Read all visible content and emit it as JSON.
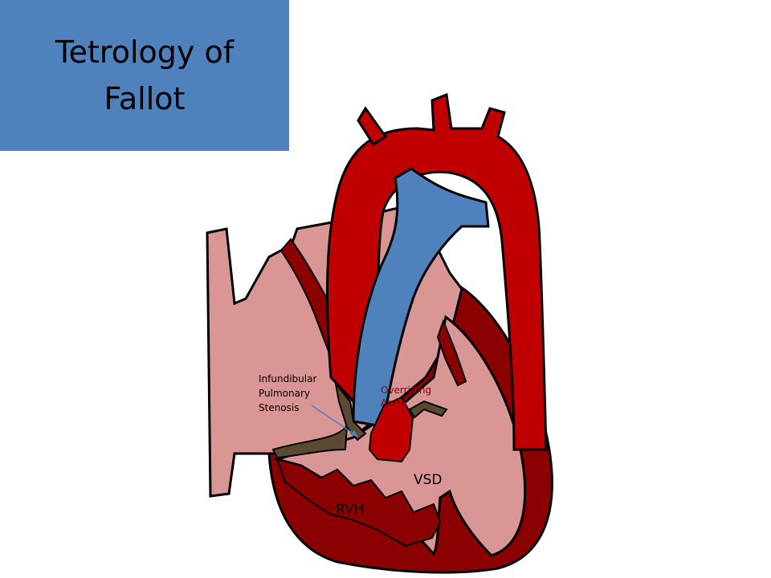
{
  "title": "Tetrology of Fallot",
  "labels": {
    "stenosis_line1": "Infundibular",
    "stenosis_line2": "Pulmonary",
    "stenosis_line3": "Stenosis",
    "aorta_line1": "Overriding",
    "aorta_line2": "Aorta",
    "vsd": "VSD",
    "rvh": "RVH"
  },
  "colors": {
    "title_box": "#4f81bd",
    "aorta": "#c00000",
    "pulmonary_artery": "#4f81bd",
    "chamber": "#d99694",
    "myocardium": "#8b0000",
    "valve": "#5a4a32",
    "outline": "#000000"
  }
}
